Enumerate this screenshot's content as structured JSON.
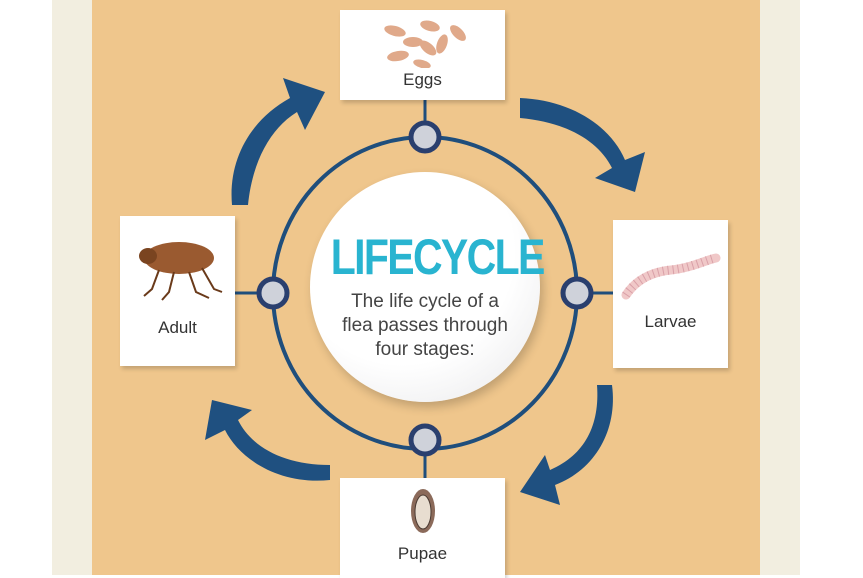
{
  "center": {
    "title": "LIFECYCLE",
    "subtitle_lines": [
      "The life cycle of a",
      "flea passes through",
      "four stages:"
    ]
  },
  "stages": [
    {
      "label": "Eggs",
      "icon": "eggs-icon"
    },
    {
      "label": "Larvae",
      "icon": "larva-icon"
    },
    {
      "label": "Pupae",
      "icon": "pupa-icon"
    },
    {
      "label": "Adult",
      "icon": "flea-icon"
    }
  ],
  "colors": {
    "background": "#efc68c",
    "border": "#f2eee0",
    "ring": "#1f4e7c",
    "title": "#29b4d0"
  }
}
